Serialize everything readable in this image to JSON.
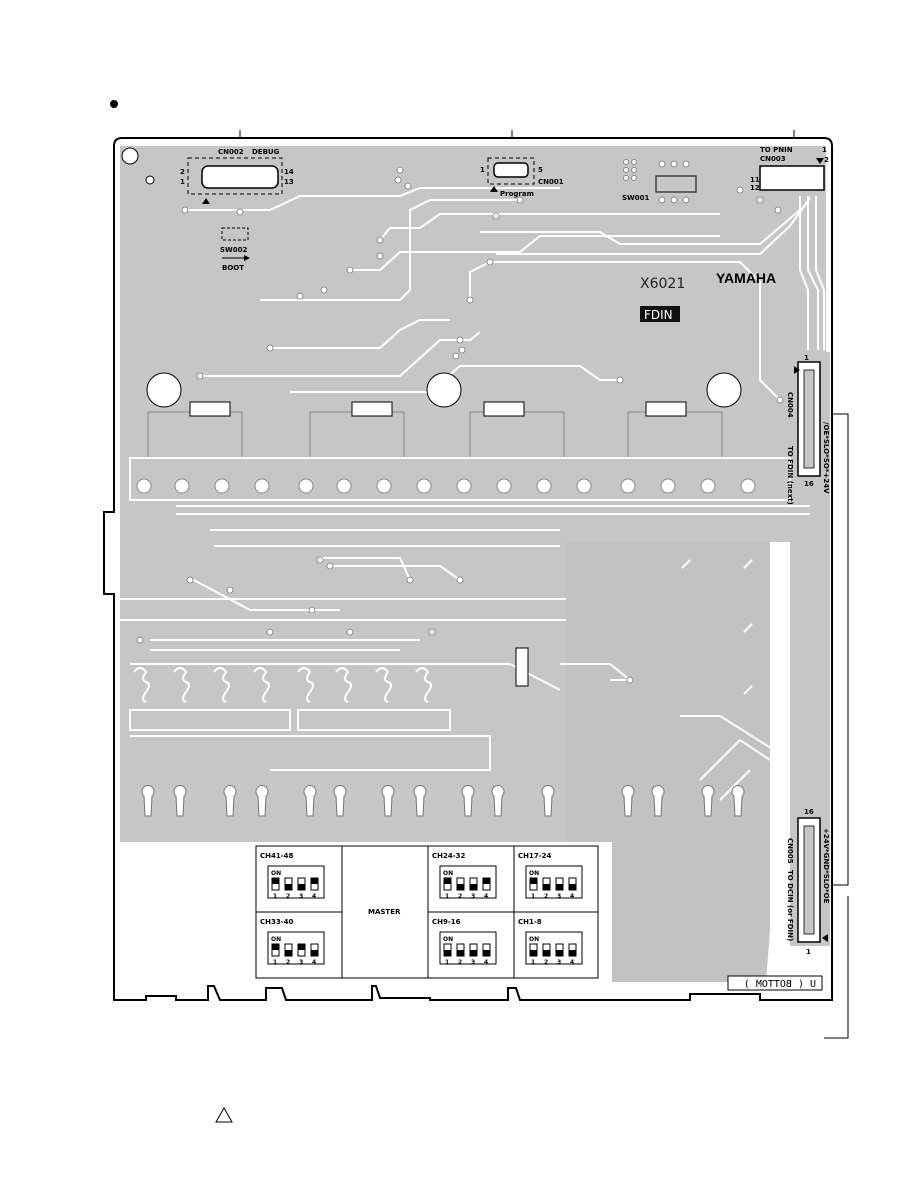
{
  "board": {
    "part_number": "X6021",
    "brand": "YAMAHA",
    "name_tag": "FDIN",
    "side_label": "U ( BOTTOM )"
  },
  "connectors": {
    "cn002": {
      "ref": "CN002",
      "name": "DEBUG",
      "pins_left_top": "2",
      "pins_left_bottom": "1",
      "pins_right_top": "14",
      "pins_right_bottom": "13"
    },
    "cn001": {
      "ref": "CN001",
      "name": "Program",
      "pin_a": "1",
      "pin_b": "5"
    },
    "cn003": {
      "ref": "CN003",
      "name": "TO PNIN",
      "pin_1": "1",
      "pin_2": "2",
      "pin_11": "11",
      "pin_12": "12"
    },
    "cn004": {
      "ref": "CN004",
      "name": "TO FDIN (next)",
      "signals": "/OE*SLO*SO*+24V",
      "pin_1": "1",
      "pin_16": "16"
    },
    "cn005": {
      "ref": "CN005",
      "name": "TO DCIN (or FDIN)",
      "signals": "+24V*GND*SLO*OE",
      "pin_1": "1",
      "pin_16": "16"
    }
  },
  "switches": {
    "sw001": "SW001",
    "sw002": "SW002",
    "boot": "BOOT"
  },
  "dip_table": {
    "on_label": "ON",
    "nums": [
      "1",
      "2",
      "3",
      "4"
    ],
    "master": "MASTER",
    "cells": [
      {
        "title": "CH41-48",
        "states": [
          1,
          0,
          0,
          1
        ]
      },
      {
        "title": "CH24-32",
        "states": [
          1,
          0,
          0,
          1
        ]
      },
      {
        "title": "CH17-24",
        "states": [
          1,
          0,
          0,
          0
        ]
      },
      {
        "title": "CH33-40",
        "states": [
          1,
          0,
          1,
          0
        ]
      },
      {
        "title": "CH9-16",
        "states": [
          0,
          0,
          0,
          0
        ]
      },
      {
        "title": "CH1-8",
        "states": [
          0,
          0,
          0,
          0
        ]
      }
    ]
  },
  "colors": {
    "board_fill": "#c6c6c6",
    "trace": "#ffffff",
    "outline": "#000000",
    "dark_region": "#bdbdbd"
  }
}
